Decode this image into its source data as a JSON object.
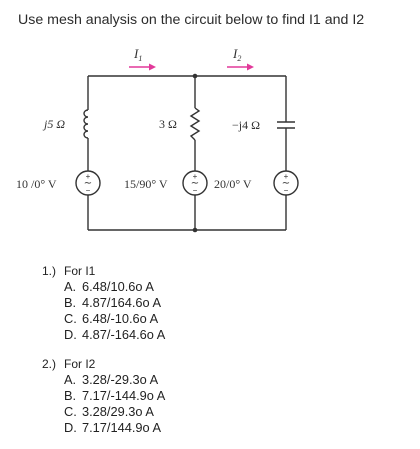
{
  "question": "Use mesh analysis on the circuit below to find I1 and I2",
  "circuit": {
    "current_label_1": "I",
    "current_sub_1": "1",
    "current_label_2": "I",
    "current_sub_2": "2",
    "inductor_label": "j5 Ω",
    "resistor_label": "3 Ω",
    "capacitor_label": "−j4 Ω",
    "source_1_label": "10 /0° V",
    "source_2_label": "15/90° V",
    "source_3_label": "20/0° V",
    "arrow_color": "#e2399a"
  },
  "questions": [
    {
      "number": "1.)",
      "title": "For I1",
      "options": [
        {
          "letter": "A.",
          "text": "6.48/10.6o A"
        },
        {
          "letter": "B.",
          "text": "4.87/164.6o A"
        },
        {
          "letter": "C.",
          "text": "6.48/-10.6o A"
        },
        {
          "letter": "D.",
          "text": "4.87/-164.6o A"
        }
      ]
    },
    {
      "number": "2.)",
      "title": "For I2",
      "options": [
        {
          "letter": "A.",
          "text": "3.28/-29.3o A"
        },
        {
          "letter": "B.",
          "text": "7.17/-144.9o A"
        },
        {
          "letter": "C.",
          "text": "3.28/29.3o A"
        },
        {
          "letter": "D.",
          "text": "7.17/144.9o A"
        }
      ]
    }
  ]
}
